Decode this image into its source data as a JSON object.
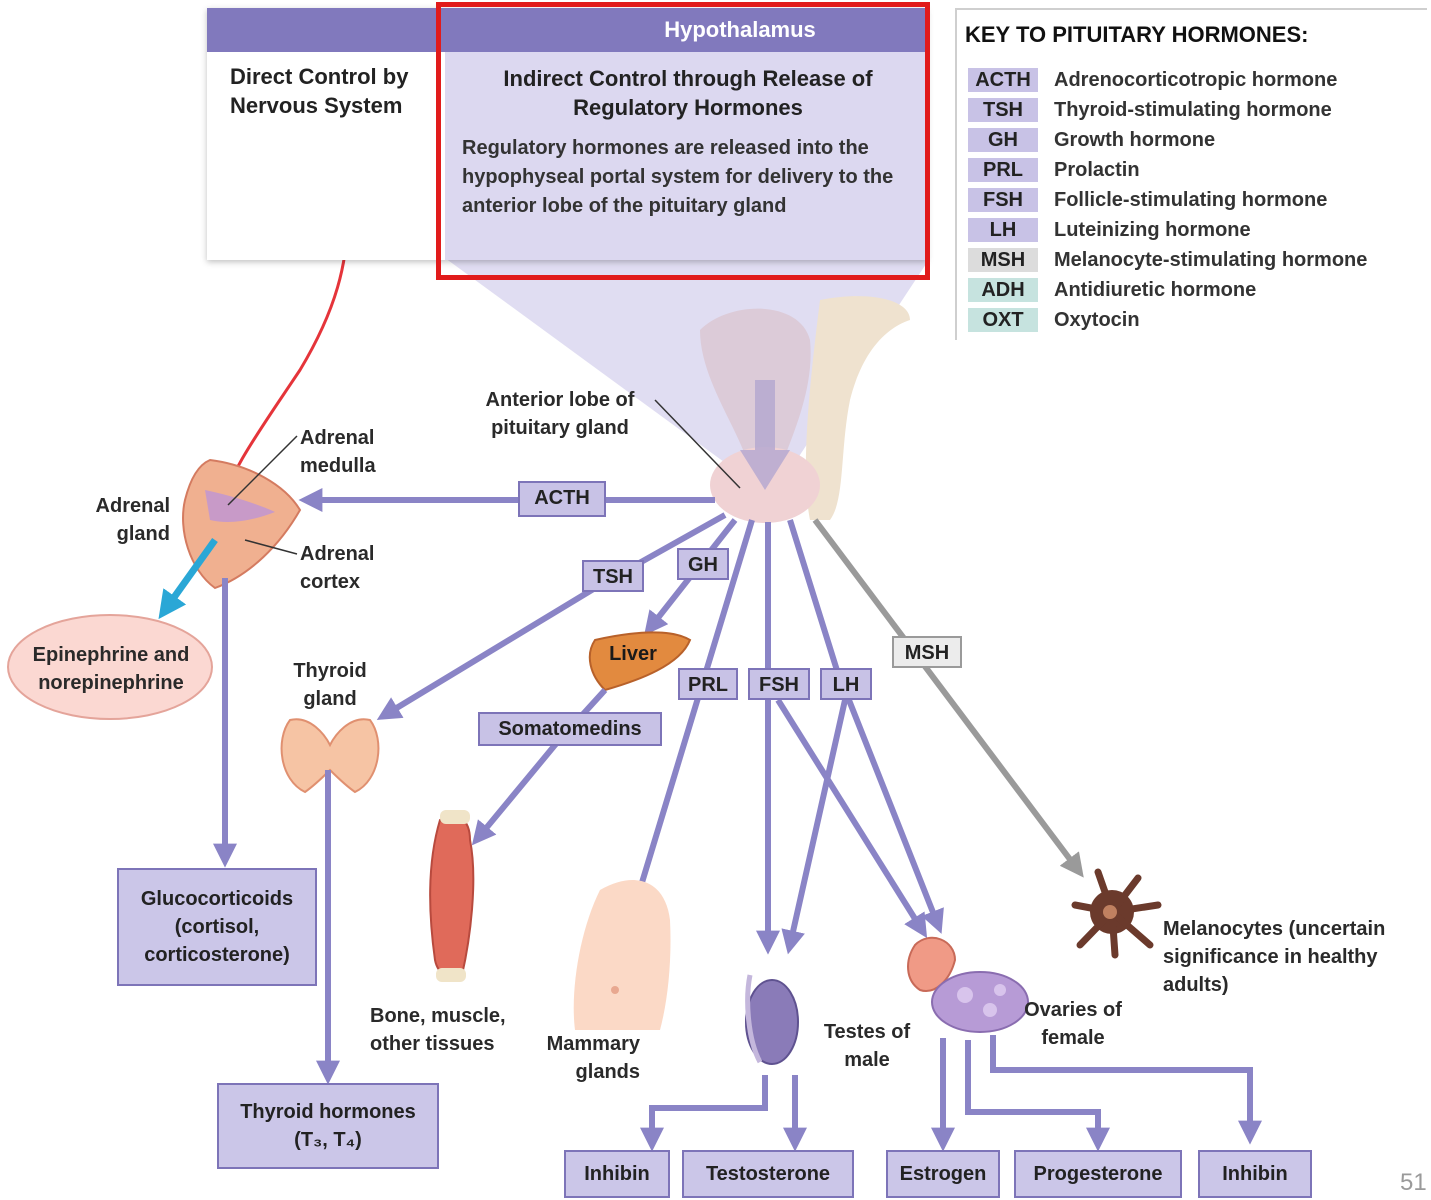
{
  "header": {
    "hypothalamus_title": "Hypothalamus",
    "direct_control": "Direct Control by Nervous System",
    "indirect_title": "Indirect Control through Release of Regulatory Hormones",
    "indirect_desc": "Regulatory hormones are released into the hypophyseal portal system for delivery to the anterior lobe of the pituitary gland"
  },
  "key": {
    "title": "KEY TO PITUITARY HORMONES:",
    "items": [
      {
        "abbr": "ACTH",
        "name": "Adrenocorticotropic hormone",
        "color": "#c8c2e6"
      },
      {
        "abbr": "TSH",
        "name": "Thyroid-stimulating hormone",
        "color": "#c8c2e6"
      },
      {
        "abbr": "GH",
        "name": "Growth hormone",
        "color": "#c8c2e6"
      },
      {
        "abbr": "PRL",
        "name": "Prolactin",
        "color": "#c8c2e6"
      },
      {
        "abbr": "FSH",
        "name": "Follicle-stimulating hormone",
        "color": "#c8c2e6"
      },
      {
        "abbr": "LH",
        "name": "Luteinizing hormone",
        "color": "#c8c2e6"
      },
      {
        "abbr": "MSH",
        "name": "Melanocyte-stimulating hormone",
        "color": "#dcdcdc"
      },
      {
        "abbr": "ADH",
        "name": "Antidiuretic hormone",
        "color": "#c6e3df"
      },
      {
        "abbr": "OXT",
        "name": "Oxytocin",
        "color": "#c6e3df"
      }
    ]
  },
  "labels": {
    "anterior_lobe": "Anterior lobe of pituitary gland",
    "adrenal_medulla": "Adrenal medulla",
    "adrenal_gland": "Adrenal gland",
    "adrenal_cortex": "Adrenal cortex",
    "epinephrine": "Epinephrine and norepinephrine",
    "thyroid_gland": "Thyroid gland",
    "liver": "Liver",
    "somatomedins": "Somatomedins",
    "bone_muscle": "Bone, muscle, other tissues",
    "mammary": "Mammary glands",
    "testes": "Testes of male",
    "ovaries": "Ovaries of female",
    "melanocytes": "Melanocytes (uncertain significance in healthy adults)"
  },
  "hormones": {
    "acth": "ACTH",
    "tsh": "TSH",
    "gh": "GH",
    "prl": "PRL",
    "fsh": "FSH",
    "lh": "LH",
    "msh": "MSH"
  },
  "outputs": {
    "glucocorticoids": "Glucocorticoids (cortisol, corticosterone)",
    "thyroid_hormones": "Thyroid hormones (T₃, T₄)",
    "inhibin_male": "Inhibin",
    "testosterone": "Testosterone",
    "estrogen": "Estrogen",
    "progesterone": "Progesterone",
    "inhibin_female": "Inhibin"
  },
  "page_number": "51",
  "colors": {
    "arrow": "#8a84c6",
    "msh_arrow": "#9a9a9a",
    "nerve": "#e5343a",
    "highlight": "#e11b1b",
    "epi_arrow": "#2aa7d6"
  }
}
